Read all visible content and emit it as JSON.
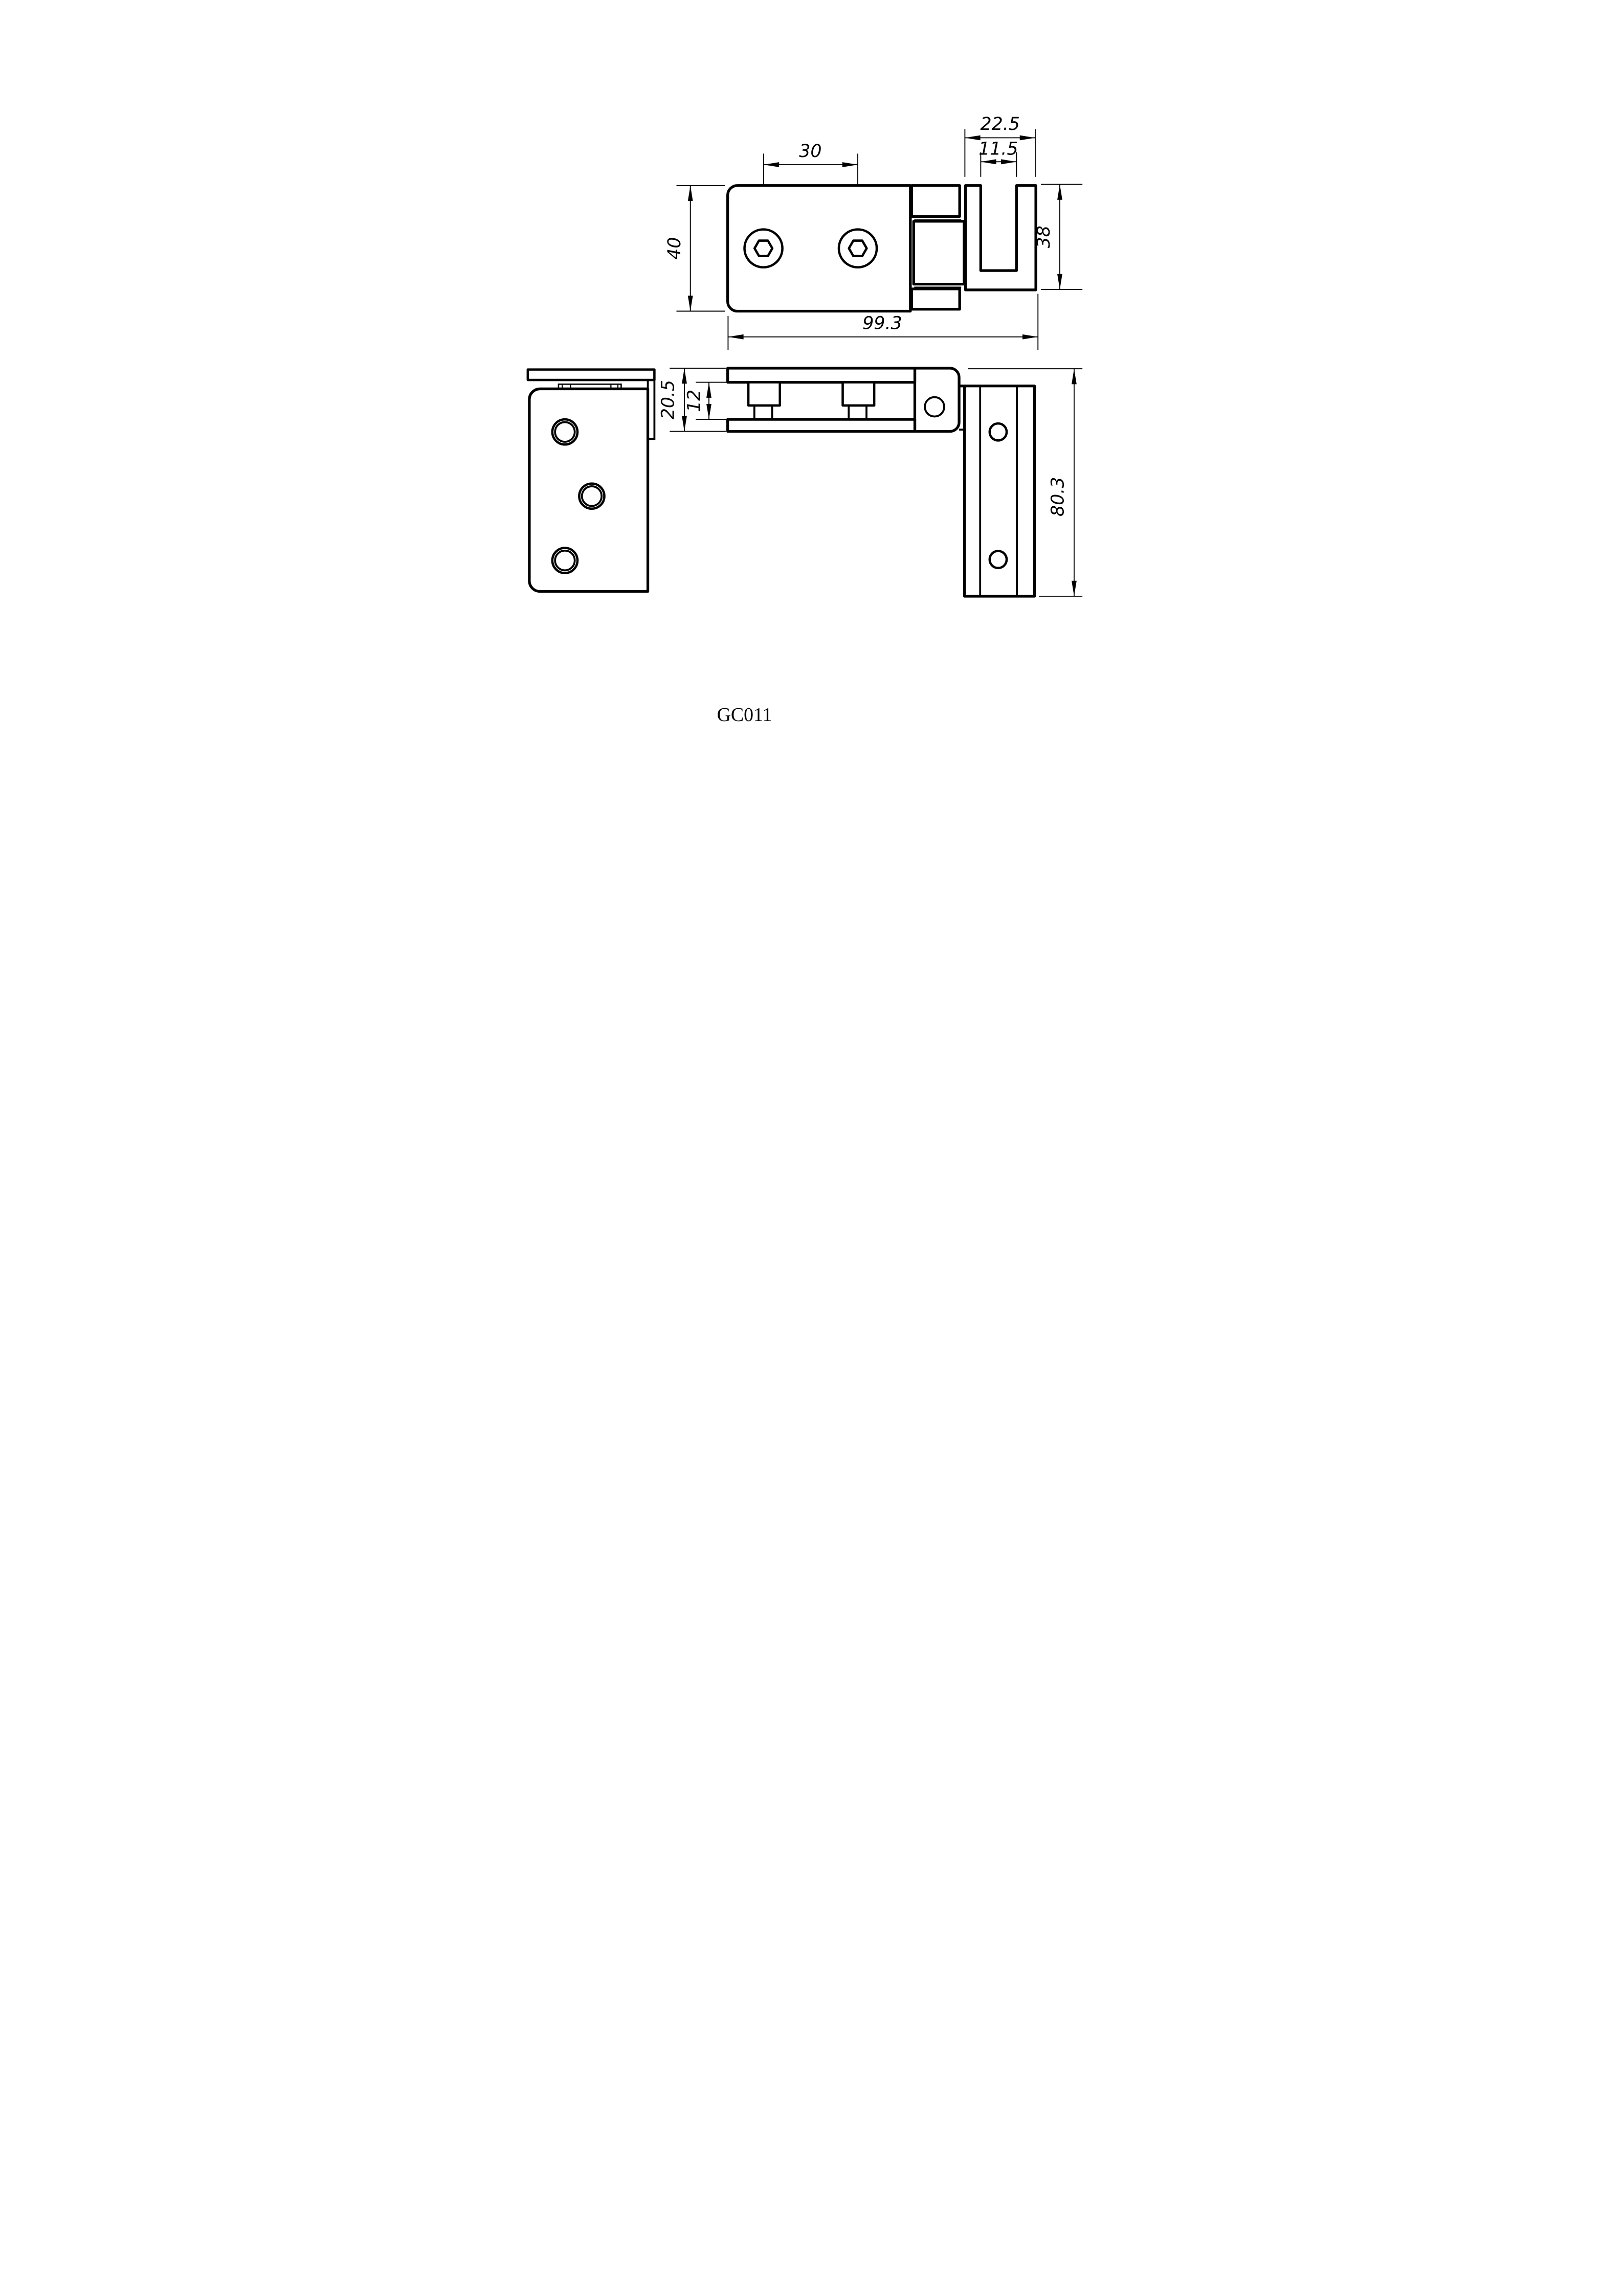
{
  "drawing": {
    "part_number": "GC011",
    "colors": {
      "background": "#ffffff",
      "lines": "#000000"
    },
    "views": {
      "top_view": "top-view-of-glass-clamp",
      "front_view": "side-section-view-of-clamp-and-wall-bracket",
      "left_view": "end-view-of-wall-bracket-plate"
    },
    "dimensions": {
      "screw_spacing": "30",
      "bracket_outer_width": "22.5",
      "bracket_slot_width": "11.5",
      "plate_width": "40",
      "bracket_depth": "38",
      "total_length": "99.3",
      "clamp_thickness": "20.5",
      "glass_gap": "12",
      "bracket_height": "80.3"
    }
  }
}
